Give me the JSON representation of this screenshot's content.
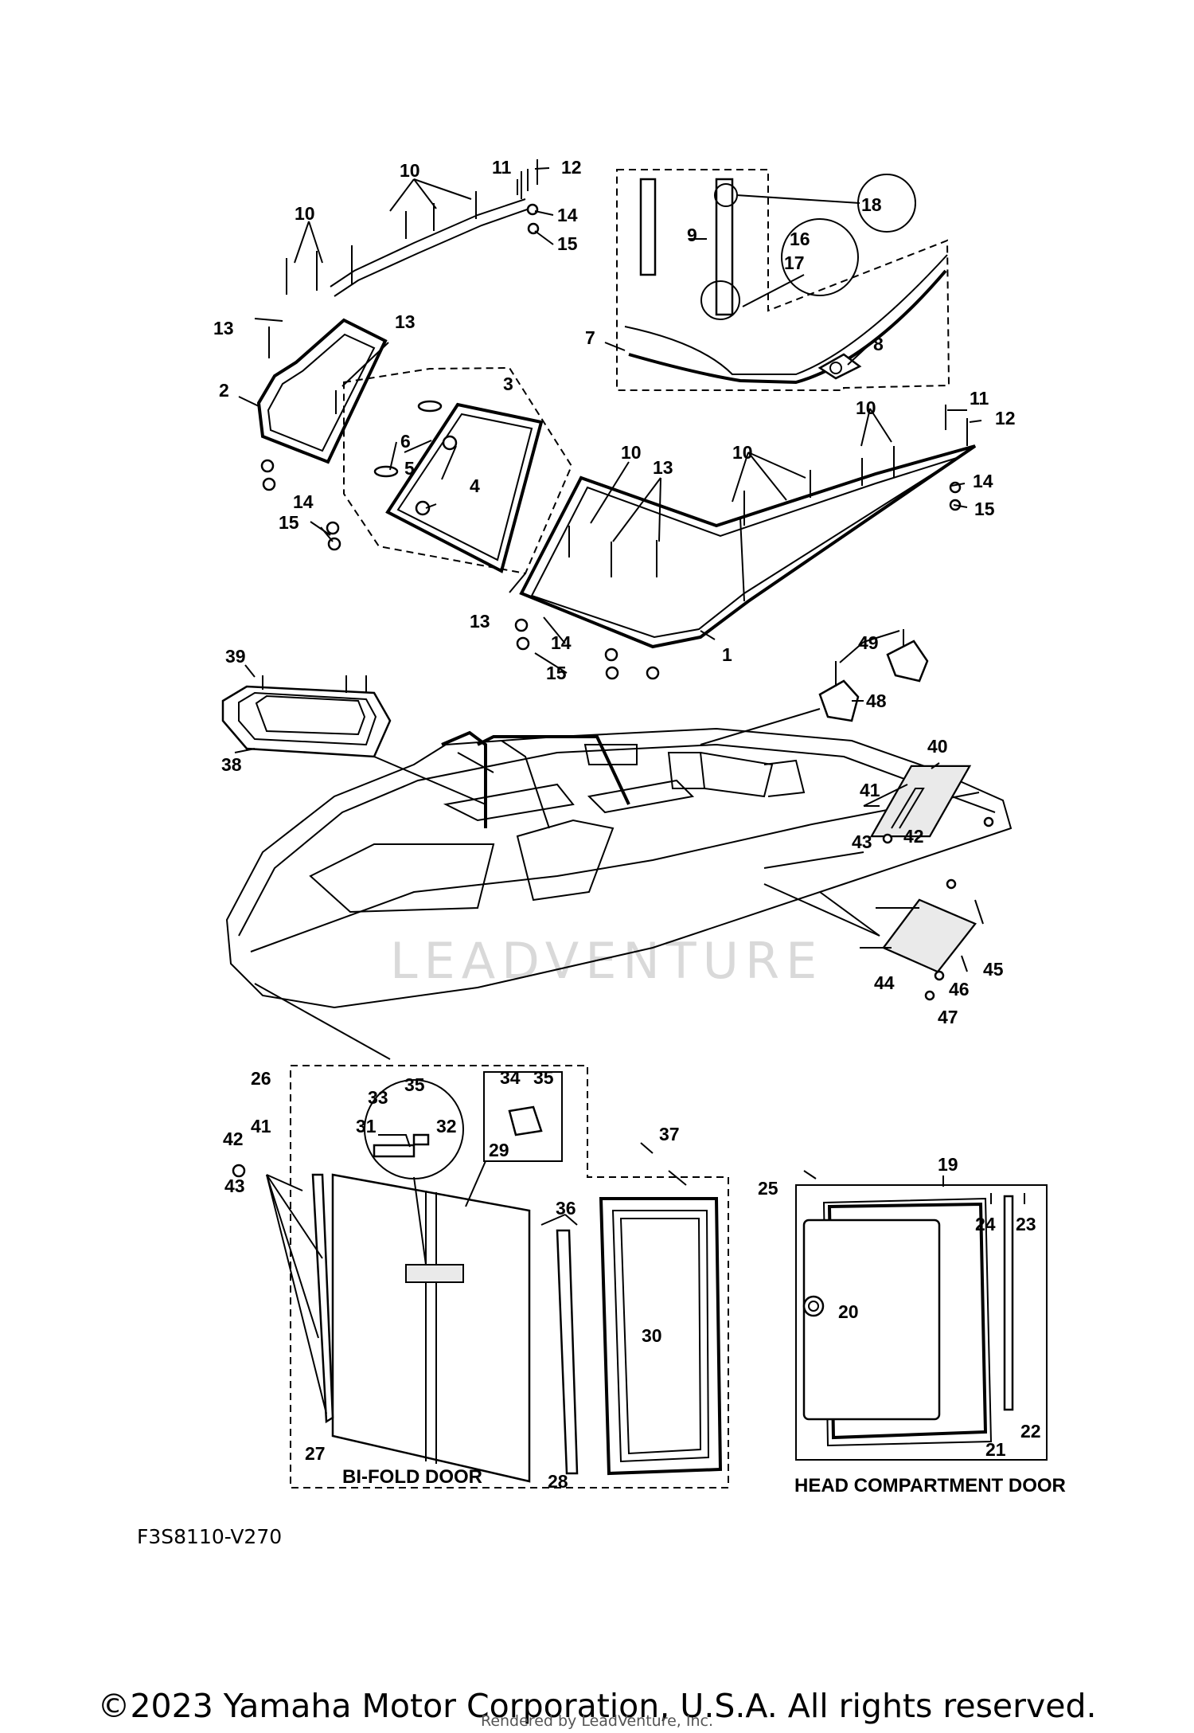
{
  "labels": {
    "l1": "1",
    "l2": "2",
    "l3": "3",
    "l4": "4",
    "l5": "5",
    "l6": "6",
    "l7": "7",
    "l8": "8",
    "l9": "9",
    "l10a": "10",
    "l10b": "10",
    "l10c": "10",
    "l10d": "10",
    "l10e": "10",
    "l11a": "11",
    "l11b": "11",
    "l12a": "12",
    "l12b": "12",
    "l13a": "13",
    "l13b": "13",
    "l13c": "13",
    "l13d": "13",
    "l14a": "14",
    "l14b": "14",
    "l14c": "14",
    "l14d": "14",
    "l15a": "15",
    "l15b": "15",
    "l15c": "15",
    "l15d": "15",
    "l16": "16",
    "l17": "17",
    "l18": "18",
    "l19": "19",
    "l20": "20",
    "l21": "21",
    "l22": "22",
    "l23": "23",
    "l24": "24",
    "l25": "25",
    "l26": "26",
    "l27": "27",
    "l28": "28",
    "l29": "29",
    "l30": "30",
    "l31": "31",
    "l32": "32",
    "l33": "33",
    "l34": "34",
    "l35a": "35",
    "l35b": "35",
    "l36": "36",
    "l37": "37",
    "l38": "38",
    "l39": "39",
    "l40": "40",
    "l41a": "41",
    "l41b": "41",
    "l42a": "42",
    "l42b": "42",
    "l43a": "43",
    "l43b": "43",
    "l44": "44",
    "l45": "45",
    "l46": "46",
    "l47": "47",
    "l48": "48",
    "l49": "49"
  },
  "captions": {
    "bifold": "BI-FOLD DOOR",
    "head": "HEAD COMPARTMENT DOOR"
  },
  "diagram_code": "F3S8110-V270",
  "watermark": "LEADVENTURE",
  "copyright": "©2023 Yamaha Motor Corporation, U.S.A. All rights reserved.",
  "rendered_by": "Rendered by LeadVenture, Inc."
}
